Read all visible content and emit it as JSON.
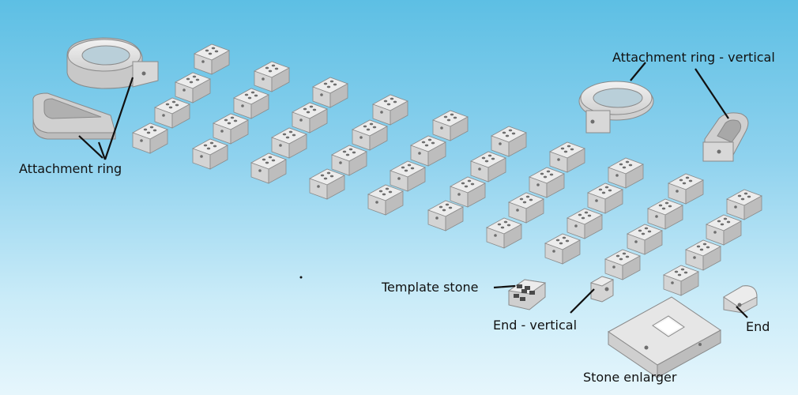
{
  "labels": {
    "attachment_ring": "Attachment ring",
    "attachment_ring_vertical": "Attachment ring - vertical",
    "template_stone": "Template stone",
    "end_vertical": "End - vertical",
    "end": "End",
    "stone_enlarger": "Stone enlarger"
  },
  "colors": {
    "sky_top": "#5dbfe4",
    "sky_bottom": "#e6f6fc",
    "part_top": "#ececec",
    "part_front": "#d4d4d4",
    "part_side": "#bdbdbd",
    "hole": "#6e6e6e",
    "leader_line": "#111111"
  }
}
